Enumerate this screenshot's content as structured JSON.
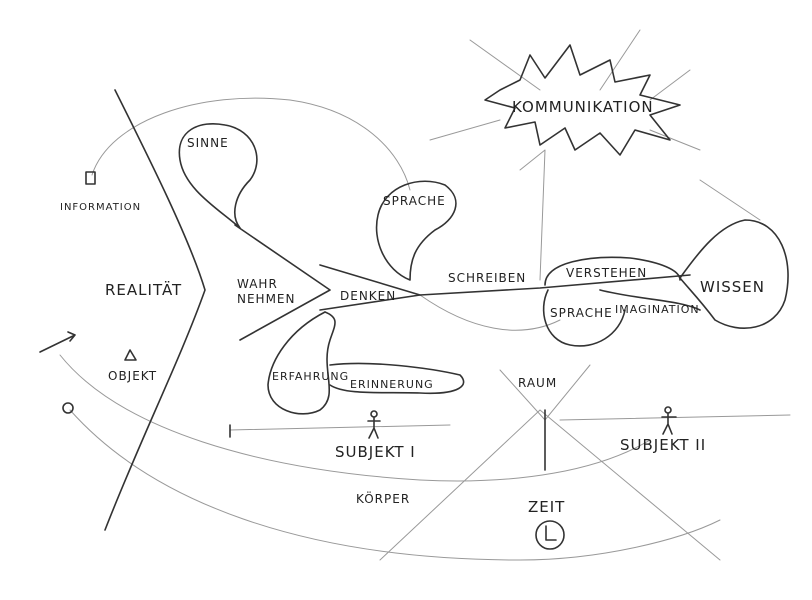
{
  "labels": {
    "kommunikation": "KOMMUNIKATION",
    "sinne": "SINNE",
    "information": "INFORMATION",
    "sprache_top": "SPRACHE",
    "realitaet": "REALITÄT",
    "wahr": "WAHR",
    "nehmen": "NEHMEN",
    "denken": "DENKEN",
    "schreiben": "SCHREIBEN",
    "verstehen": "VERSTEHEN",
    "wissen": "WISSEN",
    "sprache_bottom": "SPRACHE",
    "imagination": "IMAGINATION",
    "objekt": "OBJEKT",
    "erfahrung": "ERFAHRUNG",
    "erinnerung": "ERINNERUNG",
    "raum": "RAUM",
    "subjekt_1": "SUBJEKT I",
    "subjekt_2": "SUBJEKT II",
    "koerper": "KÖRPER",
    "zeit": "ZEIT"
  }
}
